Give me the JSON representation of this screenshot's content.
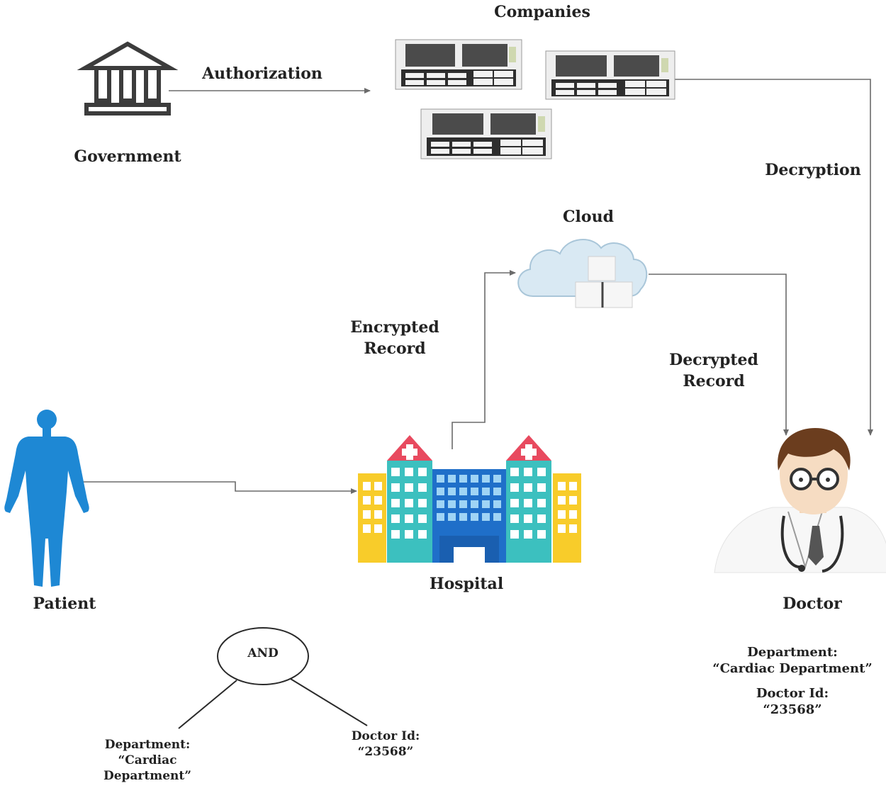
{
  "nodes": {
    "government": "Government",
    "companies": "Companies",
    "cloud": "Cloud",
    "hospital": "Hospital",
    "patient": "Patient",
    "doctor": "Doctor"
  },
  "edges": {
    "authorization": "Authorization",
    "decryption": "Decryption",
    "encrypted_line1": "Encrypted",
    "encrypted_line2": "Record",
    "decrypted_line1": "Decrypted",
    "decrypted_line2": "Record"
  },
  "doctor_attributes": {
    "department_label": "Department:",
    "department_value": "“Cardiac Department”",
    "doctor_id_label": "Doctor Id:",
    "doctor_id_value": "“23568”"
  },
  "policy_tree": {
    "root": "AND",
    "left_line1": "Department:",
    "left_line2": "“Cardiac",
    "left_line3": "Department”",
    "right_line1": "Doctor Id:",
    "right_line2": "“23568”"
  },
  "colors": {
    "line": "#6b6b6b",
    "patient_blue": "#1e88d4",
    "hospital_teal": "#3cc0bf",
    "hospital_blue": "#1f6fc9",
    "hospital_yellow": "#f8cc2a",
    "hospital_red": "#e84a5f",
    "cloud_fill": "#dcebf4",
    "server_dark": "#3a3a3a"
  },
  "icons": {
    "government": "government-building-icon",
    "companies": "server-rack-icon",
    "cloud": "cloud-server-icon",
    "hospital": "hospital-building-icon",
    "patient": "person-silhouette-icon",
    "doctor": "doctor-avatar-icon"
  }
}
